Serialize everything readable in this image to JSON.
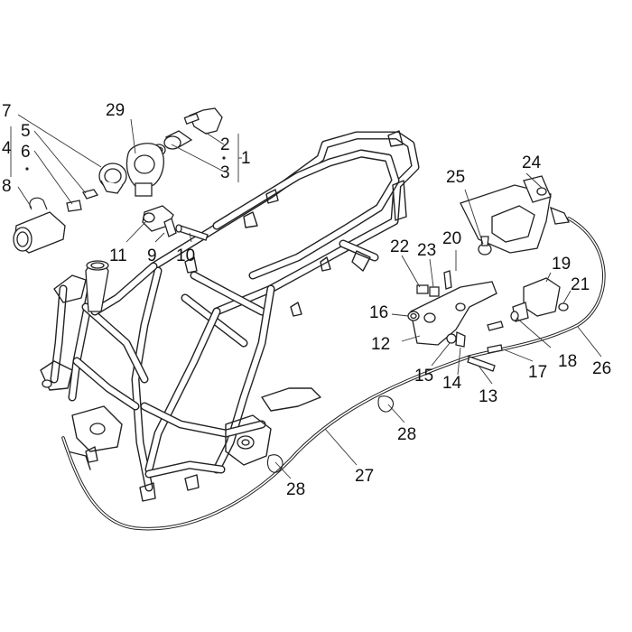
{
  "callouts": {
    "c1": "1",
    "c2": "2",
    "c3": "3",
    "c4": "4",
    "c5": "5",
    "c6": "6",
    "c7": "7",
    "c8": "8",
    "c9": "9",
    "c10": "10",
    "c11": "11",
    "c12": "12",
    "c13": "13",
    "c14": "14",
    "c15": "15",
    "c16": "16",
    "c17": "17",
    "c18": "18",
    "c19": "19",
    "c20": "20",
    "c21": "21",
    "c22": "22",
    "c23": "23",
    "c24": "24",
    "c25": "25",
    "c26": "26",
    "c27": "27",
    "c28a": "28",
    "c28b": "28",
    "c29": "29"
  }
}
